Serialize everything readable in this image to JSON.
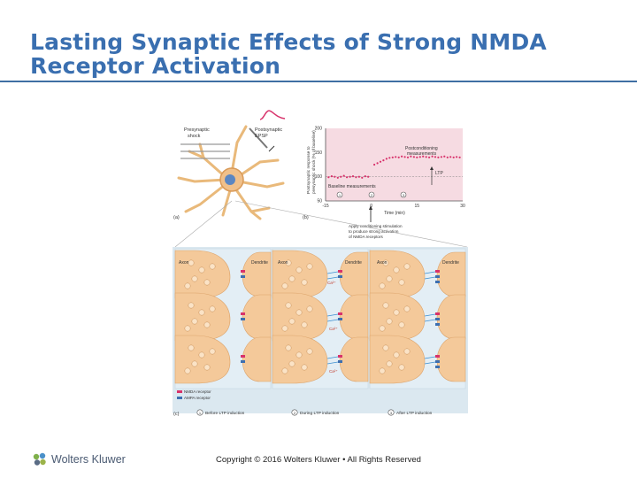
{
  "slide": {
    "title": "Lasting Synaptic Effects of Strong NMDA Receptor Activation",
    "copyright": "Copyright © 2016 Wolters Kluwer • All Rights Reserved",
    "logo_text": "Wolters Kluwer"
  },
  "figure": {
    "panel_a": {
      "letter": "(a)",
      "presynaptic_label_1": "Presynaptic",
      "presynaptic_label_2": "shock",
      "postsynaptic_label_1": "Postsynaptic",
      "postsynaptic_label_2": "EPSP"
    },
    "panel_b": {
      "letter": "(b)",
      "ylabel_1": "Postsynaptic response to",
      "ylabel_2": "presynaptic shock (% of baseline)",
      "yticks": [
        "200",
        "150",
        "100",
        "50"
      ],
      "xticks": [
        "-15",
        "0",
        "15",
        "30"
      ],
      "xlabel": "Time (min)",
      "post_label_1": "Postconditioning",
      "post_label_2": "measurements",
      "ltp_label": "LTP",
      "baseline_label": "Baseline measurements",
      "markers": [
        "1",
        "2",
        "3"
      ],
      "apply_1": "Apply conditioning stimulation",
      "apply_2": "to produce strong activation",
      "apply_3": "of NMDA receptors"
    },
    "panel_c": {
      "letter": "(c)",
      "axon": "Axon",
      "dendrite": "Dendrite",
      "ion": "Ca²⁺",
      "legend_nmda": "NMDA receptor",
      "legend_ampa": "AMPA receptor",
      "step1_num": "1",
      "step1": "Before LTP induction",
      "step2_num": "2",
      "step2": "During LTP induction",
      "step3_num": "3",
      "step3": "After LTP induction"
    }
  },
  "chart_data": {
    "type": "scatter",
    "title": "",
    "xlabel": "Time (min)",
    "ylabel": "Postsynaptic response to presynaptic shock (% of baseline)",
    "xlim": [
      -15,
      30
    ],
    "ylim": [
      50,
      200
    ],
    "series": [
      {
        "x": [
          -14,
          -13,
          -12,
          -11,
          -10,
          -9,
          -8,
          -7,
          -6,
          -5,
          -4,
          -3,
          -2,
          -1,
          1,
          2,
          3,
          4,
          5,
          6,
          7,
          8,
          9,
          10,
          11,
          12,
          13,
          14,
          15,
          16,
          17,
          18,
          19,
          20,
          21,
          22,
          23,
          24,
          25,
          26,
          27,
          28,
          29
        ],
        "values": [
          99,
          101,
          100,
          98,
          100,
          102,
          99,
          100,
          101,
          99,
          100,
          98,
          101,
          100,
          125,
          128,
          131,
          134,
          137,
          139,
          140,
          141,
          140,
          142,
          141,
          140,
          142,
          141,
          140,
          141,
          142,
          141,
          140,
          142,
          141,
          140,
          141,
          142,
          140,
          141,
          140,
          141,
          140
        ]
      }
    ],
    "colors": {
      "points": "#d8326b"
    },
    "grid": false
  }
}
